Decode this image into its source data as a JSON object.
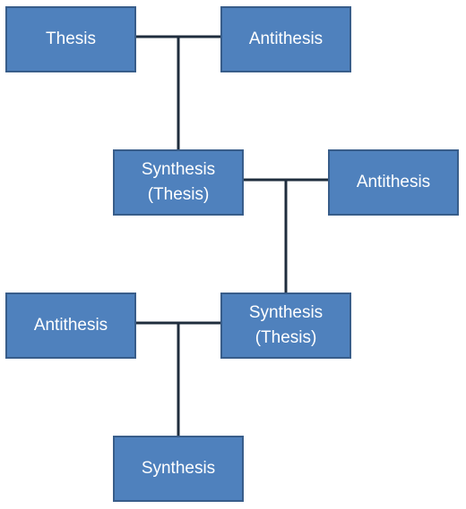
{
  "nodes": {
    "thesis": "Thesis",
    "antithesis_1": "Antithesis",
    "synthesis_thesis_1": "Synthesis\n(Thesis)",
    "antithesis_2": "Antithesis",
    "antithesis_3": "Antithesis",
    "synthesis_thesis_2": "Synthesis\n(Thesis)",
    "synthesis_final": "Synthesis"
  },
  "colors": {
    "box_fill": "#4f81bd",
    "box_border": "#385d8a",
    "connector": "#1f2d3d",
    "text": "#ffffff"
  }
}
